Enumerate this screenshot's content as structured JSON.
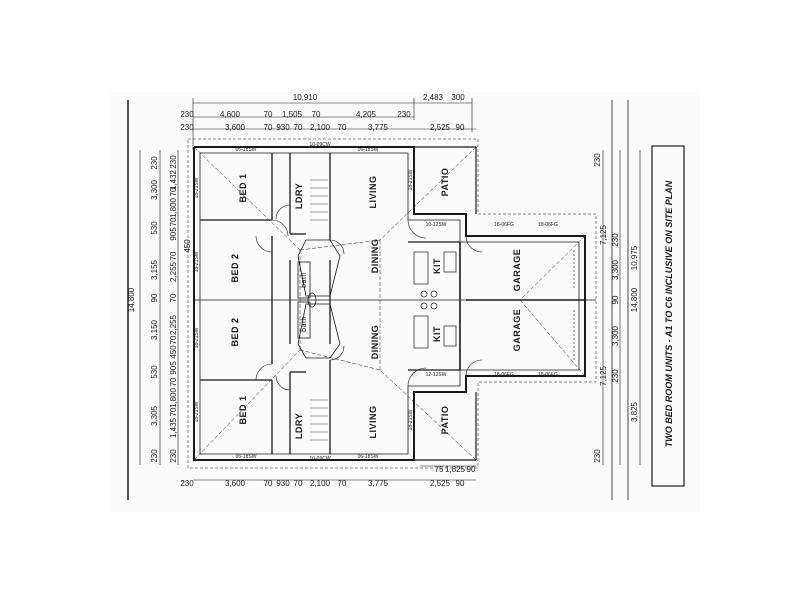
{
  "plan": {
    "title": "TWO BED ROOM UNITS - A1 TO C6 INCLUSIVE ON SITE PLAN",
    "colors": {
      "line": "#1a1a1a",
      "paper": "#ffffff",
      "sheet": "#f7f7f7"
    },
    "rooms": {
      "bed1_top": "BED 1",
      "bed2_top": "BED 2",
      "bed2_bottom": "BED 2",
      "bed1_bottom": "BED 1",
      "ldry_top": "LDRY",
      "ldry_bottom": "LDRY",
      "living_top": "LIVING",
      "living_bottom": "LIVING",
      "dining_top": "DINING",
      "dining_bottom": "DINING",
      "kit_top": "KIT",
      "kit_bottom": "KIT",
      "patio_top": "PATIO",
      "patio_bottom": "PATIO",
      "garage_top": "GARAGE",
      "garage_bottom": "GARAGE",
      "bath_top": "bath",
      "bath_bottom": "bath"
    },
    "windows": {
      "w1": "06-18SW",
      "w2": "10-09CW",
      "w3": "06-18SW",
      "w4": "06-18SW",
      "w5": "10-09CW",
      "w6": "06-18SW",
      "w7": "10-12SW",
      "w8": "12-12SW",
      "w9": "18-06FG",
      "w10": "18-06FG",
      "w11": "18-06FG",
      "w12": "18-06FG",
      "w13": "18-21SW",
      "w14": "18-21SW",
      "w15": "18-21SW",
      "w16": "18-21SW",
      "w17": "18-21SW",
      "w18": "18-21SW"
    },
    "dims_top": {
      "overall": "10,910",
      "overall_right": "2,483",
      "overall_right_b": "300",
      "r2_a": "230",
      "r2_b": "4,600",
      "r2_c": "70",
      "r2_d": "1,505",
      "r2_e": "70",
      "r2_f": "4,205",
      "r2_g": "230",
      "r3_a": "230",
      "r3_b": "3,600",
      "r3_c": "70",
      "r3_d": "930",
      "r3_e": "70",
      "r3_f": "2,100",
      "r3_g": "70",
      "r3_h": "3,775",
      "r3_i": "2,525",
      "r3_j": "90"
    },
    "dims_bottom": {
      "r1_a": "75",
      "r1_b": "1,825",
      "r1_c": "90",
      "r2_a": "230",
      "r2_b": "3,600",
      "r2_c": "70",
      "r2_d": "930",
      "r2_e": "70",
      "r2_f": "2,100",
      "r2_g": "70",
      "r2_h": "3,775",
      "r2_i": "2,525",
      "r2_j": "90"
    },
    "dims_left": {
      "overall": "14,800",
      "c1_a": "230",
      "c1_b": "3,300",
      "c1_c": "530",
      "c1_d": "3,155",
      "c1_e": "90",
      "c1_f": "3,150",
      "c1_g": "530",
      "c1_h": "3,305",
      "c1_i": "230",
      "c2_a": "230",
      "c2_b": "1,432",
      "c2_c": "70",
      "c2_d": "1,800",
      "c2_e": "70",
      "c2_f": "905",
      "c2_g": "450",
      "c2_h": "70",
      "c2_i": "2,255",
      "c2_j": "70",
      "c2_k": "2,255",
      "c2_l": "70",
      "c2_m": "450",
      "c2_n": "905",
      "c2_o": "70",
      "c2_p": "1,800",
      "c2_q": "70",
      "c2_r": "1,435",
      "c2_s": "230"
    },
    "dims_right": {
      "a_top": "230",
      "a_bottom": "230",
      "b1": "7,125",
      "b2": "230",
      "b3": "3,300",
      "b4": "90",
      "b5": "3,300",
      "b6": "230",
      "b7": "7,125",
      "c1": "10,975",
      "c2": "14,800",
      "c3": "3,825"
    }
  }
}
